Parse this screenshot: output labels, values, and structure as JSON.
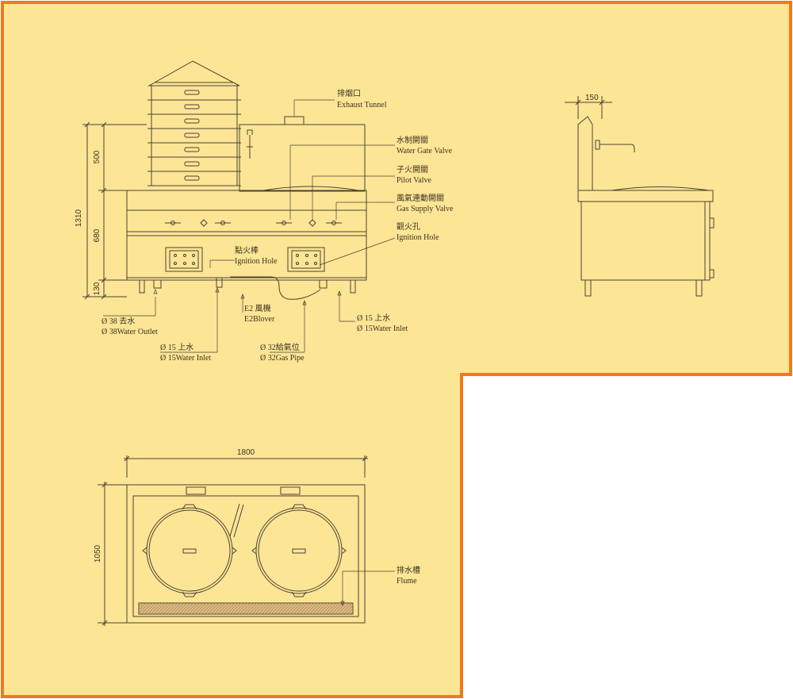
{
  "colors": {
    "sheet": "#fde596",
    "border": "#f07a1e",
    "line": "#4a4230",
    "text": "#3a3320",
    "outside": "#ffffff"
  },
  "front_view": {
    "dimensions": {
      "total": "1310",
      "upper": "500",
      "middle": "680",
      "lower": "130"
    },
    "labels": {
      "exhaust_cn": "排烟口",
      "exhaust_en": "Exhaust Tunnel",
      "water_valve_cn": "水制開關",
      "water_valve_en": "Water Gate Valve",
      "pilot_cn": "子火開關",
      "pilot_en": "Pilot Valve",
      "gas_cn": "風氣連動開關",
      "gas_en": "Gas Supply Valve",
      "ign_cn": "觀火孔",
      "ign_en": "Ignition Hole",
      "ign_rod_cn": "點火棒",
      "ign_rod_en": "Ignition Hole",
      "outlet_cn": "Ø 38 去水",
      "outlet_en": "Ø 38Water Outlet",
      "inlet1_cn": "Ø 15 上水",
      "inlet1_en": "Ø 15Water Inlet",
      "blower_cn": "E2 風機",
      "blower_en": "E2Blover",
      "gaspipe_cn": "Ø 32給氣位",
      "gaspipe_en": "Ø 32Gas Pipe",
      "inlet2_cn": "Ø 15 上水",
      "inlet2_en": "Ø 15Water Inlet"
    }
  },
  "side_view": {
    "dimension": "150"
  },
  "top_view": {
    "width": "1800",
    "depth": "1050",
    "flume_cn": "排水槽",
    "flume_en": "Flume"
  }
}
